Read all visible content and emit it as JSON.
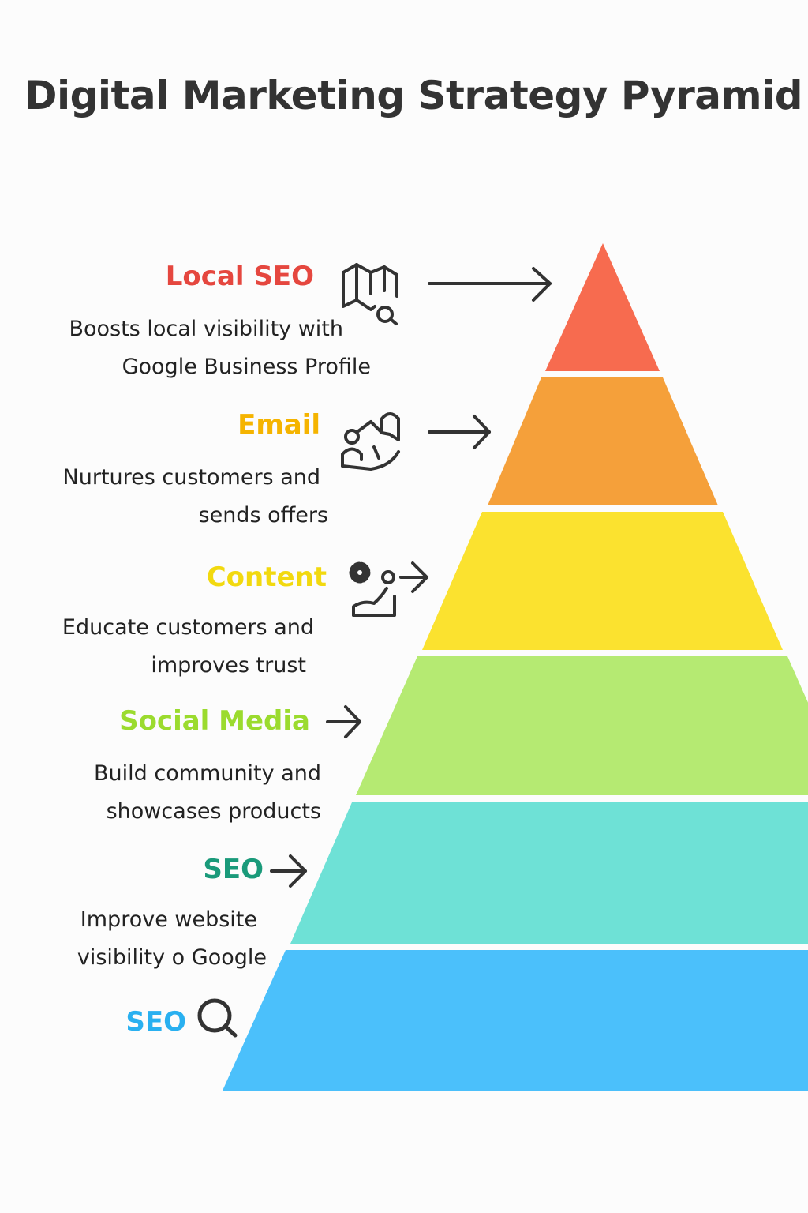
{
  "title": "Digital Marketing Strategy Pyramid",
  "levels": [
    {
      "label": "Local SEO",
      "description_lines": [
        "Boosts local visibility with",
        "Google Business Profile"
      ],
      "label_color": "#E5473F",
      "fill": "#F76B4F",
      "icon": "map-search-icon"
    },
    {
      "label": "Email",
      "description_lines": [
        "Nurtures customers and",
        "sends offers"
      ],
      "label_color": "#F5B400",
      "fill": "#F5A03A",
      "icon": "people-email-icon"
    },
    {
      "label": "Content",
      "description_lines": [
        "Educate customers and",
        "improves trust"
      ],
      "label_color": "#F2D90F",
      "fill": "#FBE22F",
      "icon": "gear-person-icon"
    },
    {
      "label": "Social Media",
      "description_lines": [
        "Build community and",
        "showcases products"
      ],
      "label_color": "#9BDB2E",
      "fill": "#B5EA72",
      "icon": "arrow-right-icon"
    },
    {
      "label": "SEO",
      "description_lines": [
        "Improve website",
        "visibility o Google"
      ],
      "label_color": "#1A9A7A",
      "fill": "#6EE1D6",
      "icon": "arrow-right-icon"
    },
    {
      "label": "SEO",
      "description_lines": [],
      "label_color": "#29B0F0",
      "fill": "#4BC0FB",
      "icon": "search-icon"
    }
  ]
}
